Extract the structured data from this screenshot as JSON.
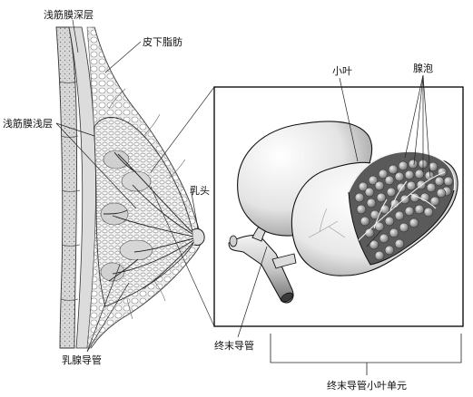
{
  "labels": {
    "superficial_fascia_deep_layer": "浅筋膜深层",
    "subcutaneous_fat": "皮下脂肪",
    "superficial_fascia_superficial_layer": "浅筋膜浅层",
    "nipple": "乳头",
    "lactiferous_duct": "乳腺导管",
    "lobule": "小叶",
    "acini": "腺泡",
    "terminal_duct": "终末导管",
    "tdlu": "终末导管小叶单元"
  }
}
